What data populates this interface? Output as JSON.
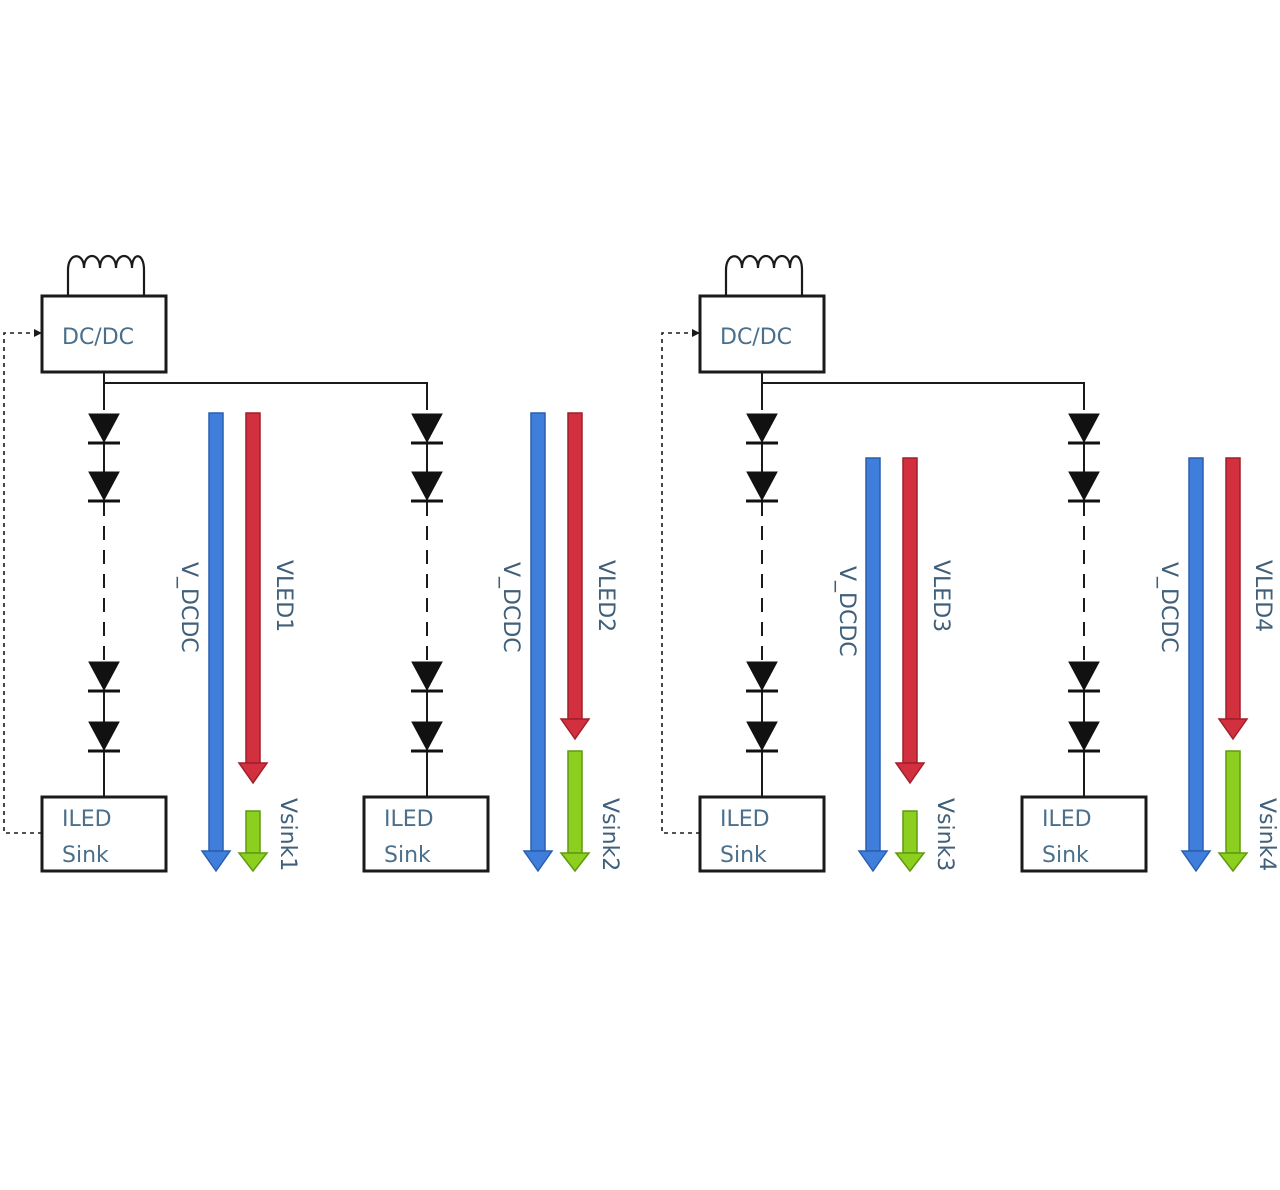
{
  "colors": {
    "v_dcdc": "#3f7fdb",
    "v_dcdc_edge": "#2a5fb0",
    "vled": "#d2303e",
    "vled_edge": "#a01f2b",
    "vsink": "#8ccf1e",
    "vsink_edge": "#5f9a10"
  },
  "blocks": [
    {
      "converter": "DC/DC",
      "channels": [
        {
          "sink_line1": "ILED",
          "sink_line2": "Sink",
          "v_dcdc": "V_DCDC",
          "vled": "VLED1",
          "vsink": "Vsink1"
        },
        {
          "sink_line1": "ILED",
          "sink_line2": "Sink",
          "v_dcdc": "V_DCDC",
          "vled": "VLED2",
          "vsink": "Vsink2"
        }
      ]
    },
    {
      "converter": "DC/DC",
      "channels": [
        {
          "sink_line1": "ILED",
          "sink_line2": "Sink",
          "v_dcdc": "V_DCDC",
          "vled": "VLED3",
          "vsink": "Vsink3"
        },
        {
          "sink_line1": "ILED",
          "sink_line2": "Sink",
          "v_dcdc": "V_DCDC",
          "vled": "VLED4",
          "vsink": "Vsink4"
        }
      ]
    }
  ]
}
